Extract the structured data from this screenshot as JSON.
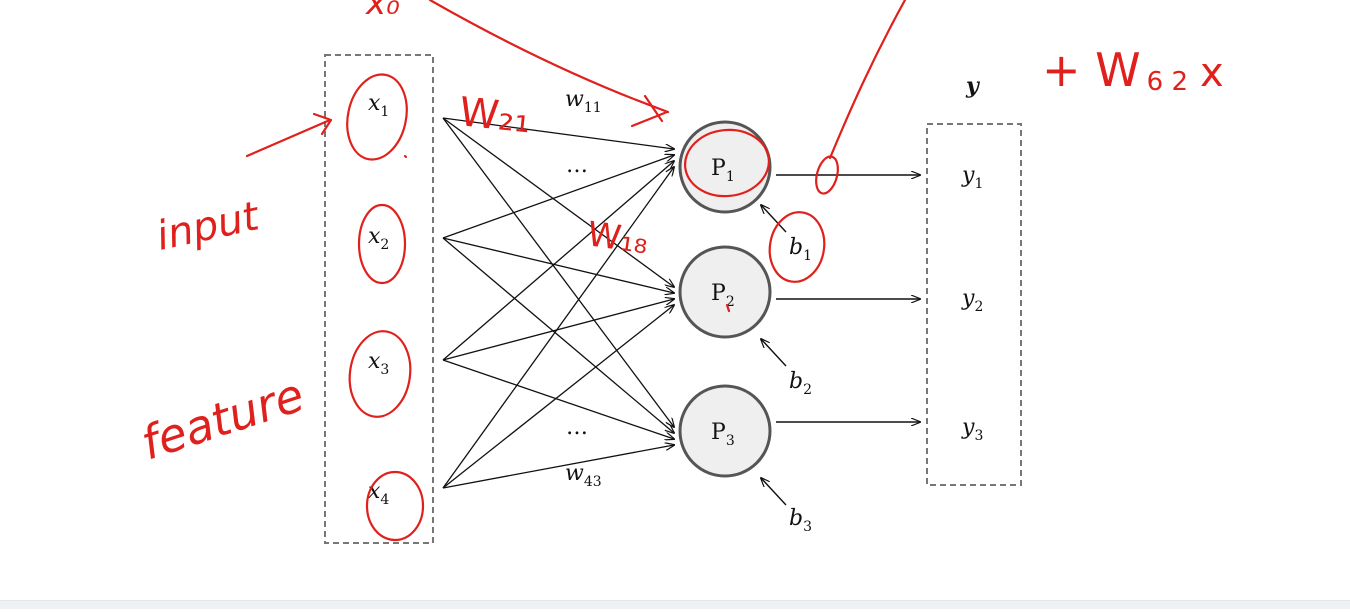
{
  "diagram": {
    "inputs": [
      {
        "var": "x",
        "sub": "1"
      },
      {
        "var": "x",
        "sub": "2"
      },
      {
        "var": "x",
        "sub": "3"
      },
      {
        "var": "x",
        "sub": "4"
      }
    ],
    "neurons": [
      {
        "label": "P",
        "sub": "1"
      },
      {
        "label": "P",
        "sub": "2"
      },
      {
        "label": "P",
        "sub": "3"
      }
    ],
    "biases": [
      {
        "var": "b",
        "sub": "1"
      },
      {
        "var": "b",
        "sub": "2"
      },
      {
        "var": "b",
        "sub": "3"
      }
    ],
    "outputs": [
      {
        "var": "y",
        "sub": "1"
      },
      {
        "var": "y",
        "sub": "2"
      },
      {
        "var": "y",
        "sub": "3"
      }
    ],
    "output_vector_label": "y",
    "weight_top": {
      "var": "w",
      "sub": "11"
    },
    "weight_bottom": {
      "var": "w",
      "sub": "43"
    },
    "ellipsis": "…"
  },
  "annotations": {
    "w21": "W₂₁",
    "w18": "W₁₈",
    "plus_w": "+  W",
    "plus_w_sub": "6 2",
    "plus_w_x": "x",
    "input_word": "input",
    "feature_word": "feature",
    "x0": "x₀"
  },
  "colors": {
    "ink": "#e0201c",
    "neuron_fill": "#efefef",
    "line": "#111111",
    "dash": "#777777"
  }
}
